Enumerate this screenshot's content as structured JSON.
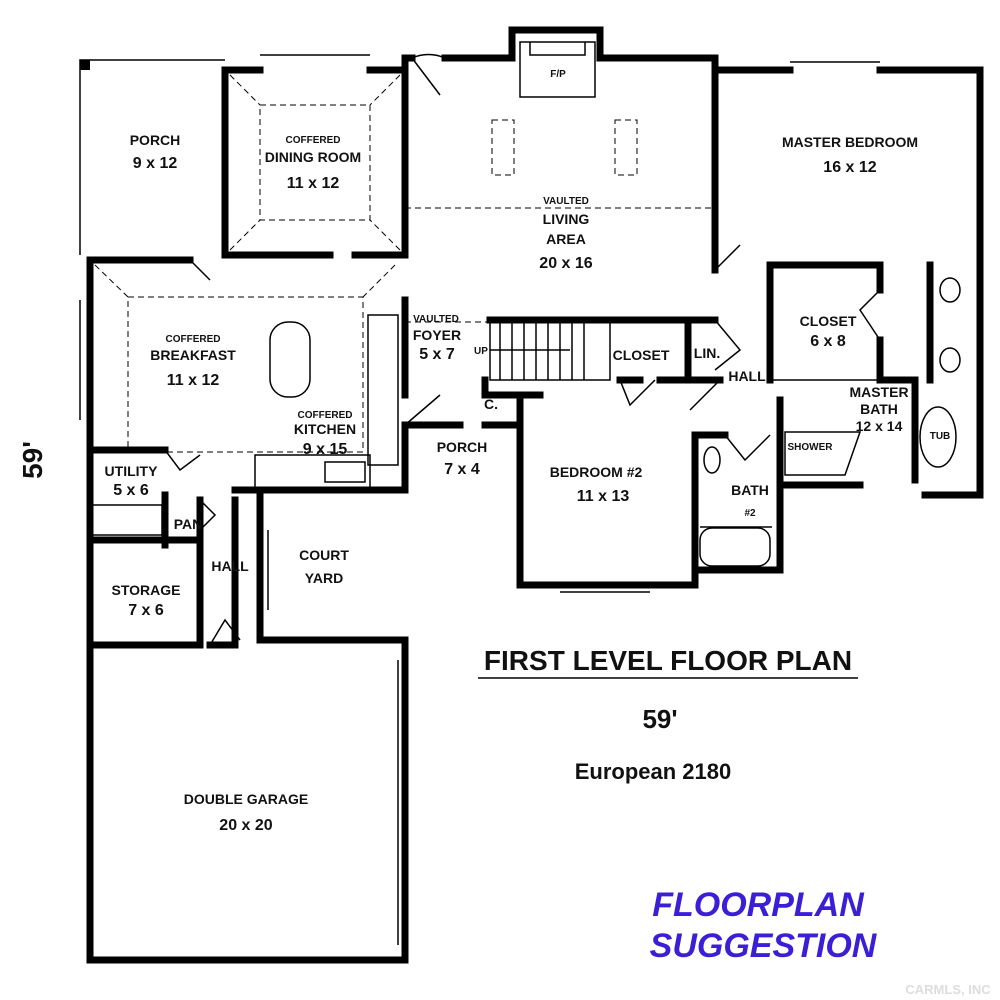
{
  "rooms": {
    "porch_left": {
      "name": "PORCH",
      "size": "9 x 12"
    },
    "dining": {
      "note": "COFFERED",
      "name": "DINING ROOM",
      "size": "11 x 12"
    },
    "fireplace": {
      "name": "F/P"
    },
    "living": {
      "note": "VAULTED",
      "name": "LIVING",
      "name2": "AREA",
      "size": "20 x 16"
    },
    "master_bedroom": {
      "name": "MASTER BEDROOM",
      "size": "16 x 12"
    },
    "breakfast": {
      "note": "COFFERED",
      "name": "BREAKFAST",
      "size": "11 x 12"
    },
    "kitchen": {
      "note": "COFFERED",
      "name": "KITCHEN",
      "size": "9 x 15"
    },
    "foyer": {
      "note": "VAULTED",
      "name": "FOYER",
      "size": "5 x 7",
      "stair": "UP"
    },
    "closet_hall": {
      "name": "CLOSET"
    },
    "linen": {
      "name": "LIN."
    },
    "hall_right": {
      "name": "HALL"
    },
    "closet_master": {
      "name": "CLOSET",
      "size": "6 x 8"
    },
    "master_bath": {
      "name": "MASTER",
      "name2": "BATH",
      "size": "12 x 14",
      "tub": "TUB",
      "shower": "SHOWER"
    },
    "coat_closet": {
      "name": "C."
    },
    "porch_front": {
      "name": "PORCH",
      "size": "7 x 4"
    },
    "bedroom2": {
      "name": "BEDROOM #2",
      "size": "11 x 13"
    },
    "bath2": {
      "name": "BATH",
      "size": "#2"
    },
    "utility": {
      "name": "UTILITY",
      "size": "5 x 6"
    },
    "pantry": {
      "name": "PAN"
    },
    "hall_left": {
      "name": "HALL"
    },
    "courtyard": {
      "name": "COURT",
      "name2": "YARD"
    },
    "storage": {
      "name": "STORAGE",
      "size": "7 x 6"
    },
    "garage": {
      "name": "DOUBLE GARAGE",
      "size": "20 x 20"
    }
  },
  "dimensions": {
    "side": "59'",
    "bottom": "59'"
  },
  "title": "FIRST LEVEL FLOOR PLAN",
  "plan_name": "European 2180",
  "suggestion": {
    "line1": "FLOORPLAN",
    "line2": "SUGGESTION",
    "color": "#3b1fd6"
  },
  "watermark": "CARMLS, INC"
}
